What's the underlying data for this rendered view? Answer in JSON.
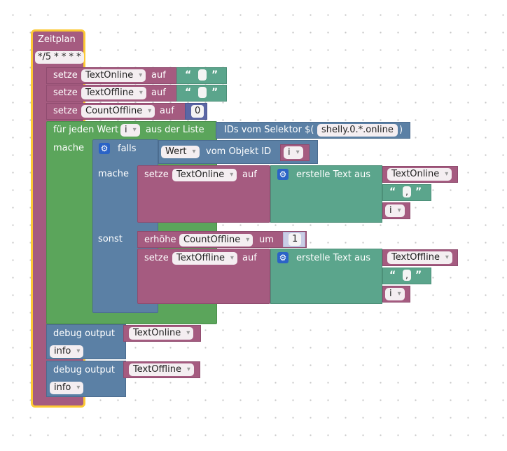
{
  "schedule": {
    "title": "Zeitplan",
    "cron": "*/5 * * * *"
  },
  "vars": {
    "text_online": "TextOnline",
    "text_offline": "TextOffline",
    "count_offline": "CountOffline",
    "i": "i"
  },
  "kw": {
    "setze": "setze",
    "auf": "auf",
    "open_quote": "“",
    "close_quote": "”",
    "foreach": "für jeden Wert",
    "from_list": "aus der Liste",
    "ids_selector": "IDs vom Selektor $(",
    "selector": "shelly.0.*.online",
    "close_paren": ")",
    "mache": "mache",
    "falls": "falls",
    "wert": "Wert",
    "vom_objekt": "vom Objekt ID",
    "erstelle_text": "erstelle Text aus",
    "comma": ",",
    "sonst": "sonst",
    "erhoehe": "erhöhe",
    "um": "um",
    "debug_output": "debug output",
    "info": "info"
  },
  "numbers": {
    "count_init": "0",
    "increment": "1"
  },
  "colors": {
    "schedule": "#a55b80",
    "highlight": "#fcc934",
    "loop": "#5ba55b",
    "logic": "#5b80a5",
    "text": "#5ba58c",
    "math": "#5b67a5"
  }
}
